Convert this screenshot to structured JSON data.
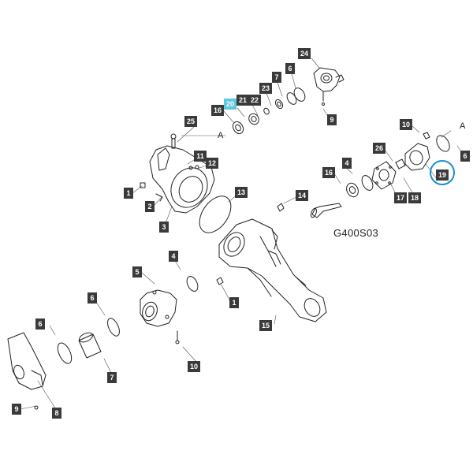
{
  "drawing_code": "G400S03",
  "ref_letters": [
    "A",
    "A"
  ],
  "callouts": [
    "24",
    "7",
    "6",
    "23",
    "21",
    "20",
    "22",
    "16",
    "9",
    "25",
    "10",
    "A",
    "6",
    "26",
    "4",
    "16",
    "17",
    "18",
    "19",
    "11",
    "12",
    "1",
    "2",
    "13",
    "14",
    "3",
    "5",
    "4",
    "1",
    "6",
    "6",
    "7",
    "15",
    "10",
    "9",
    "8"
  ],
  "highlight": {
    "part": "19",
    "color": "#1a8fd0",
    "tag_color": "#5ec8dc"
  }
}
